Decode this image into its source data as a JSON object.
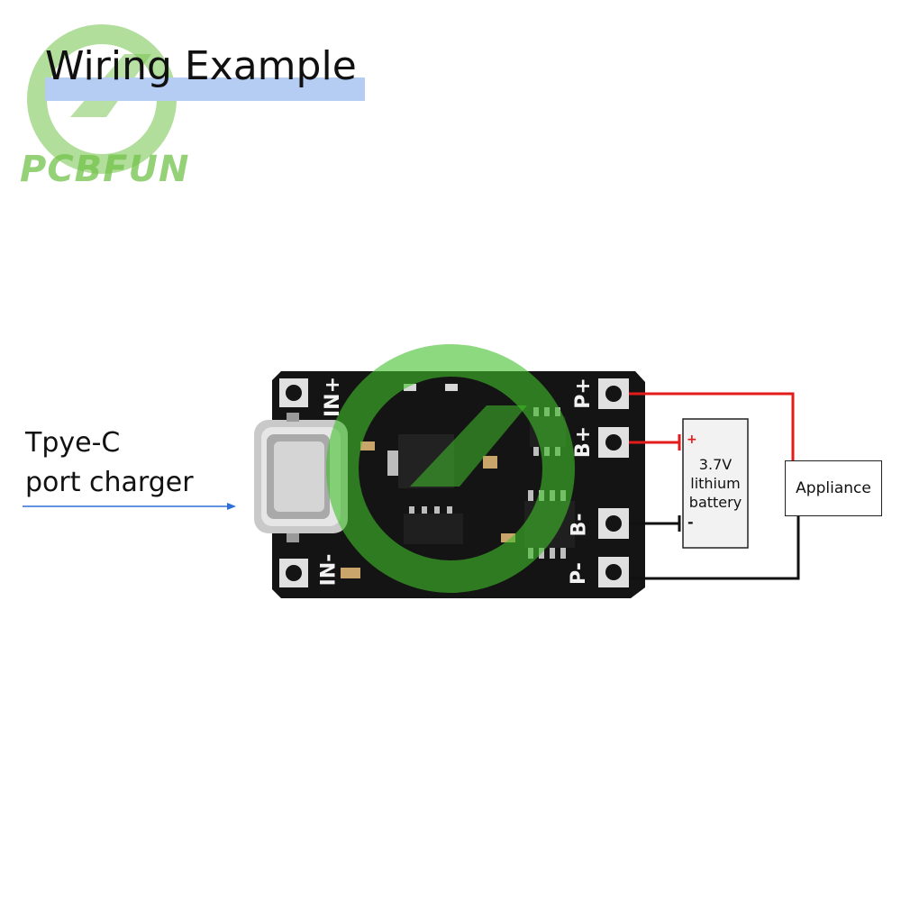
{
  "header": {
    "title": "Wiring Example"
  },
  "brand": {
    "name": "PCBFUN"
  },
  "charger": {
    "line1": "Tpye-C",
    "line2": "port charger"
  },
  "battery": {
    "voltage": "3.7V",
    "line2": "lithium",
    "line3": "battery",
    "plus": "+",
    "minus": "-"
  },
  "appliance": {
    "label": "Appliance"
  },
  "board": {
    "pins_left": [
      "IN+",
      "IN-"
    ],
    "pins_right": [
      "P+",
      "B+",
      "B-",
      "P-"
    ]
  },
  "colors": {
    "positive_wire": "#e31b1b",
    "negative_wire": "#111111",
    "arrow": "#2f6fd6",
    "board": "#111111",
    "brand": "#72c24a"
  }
}
